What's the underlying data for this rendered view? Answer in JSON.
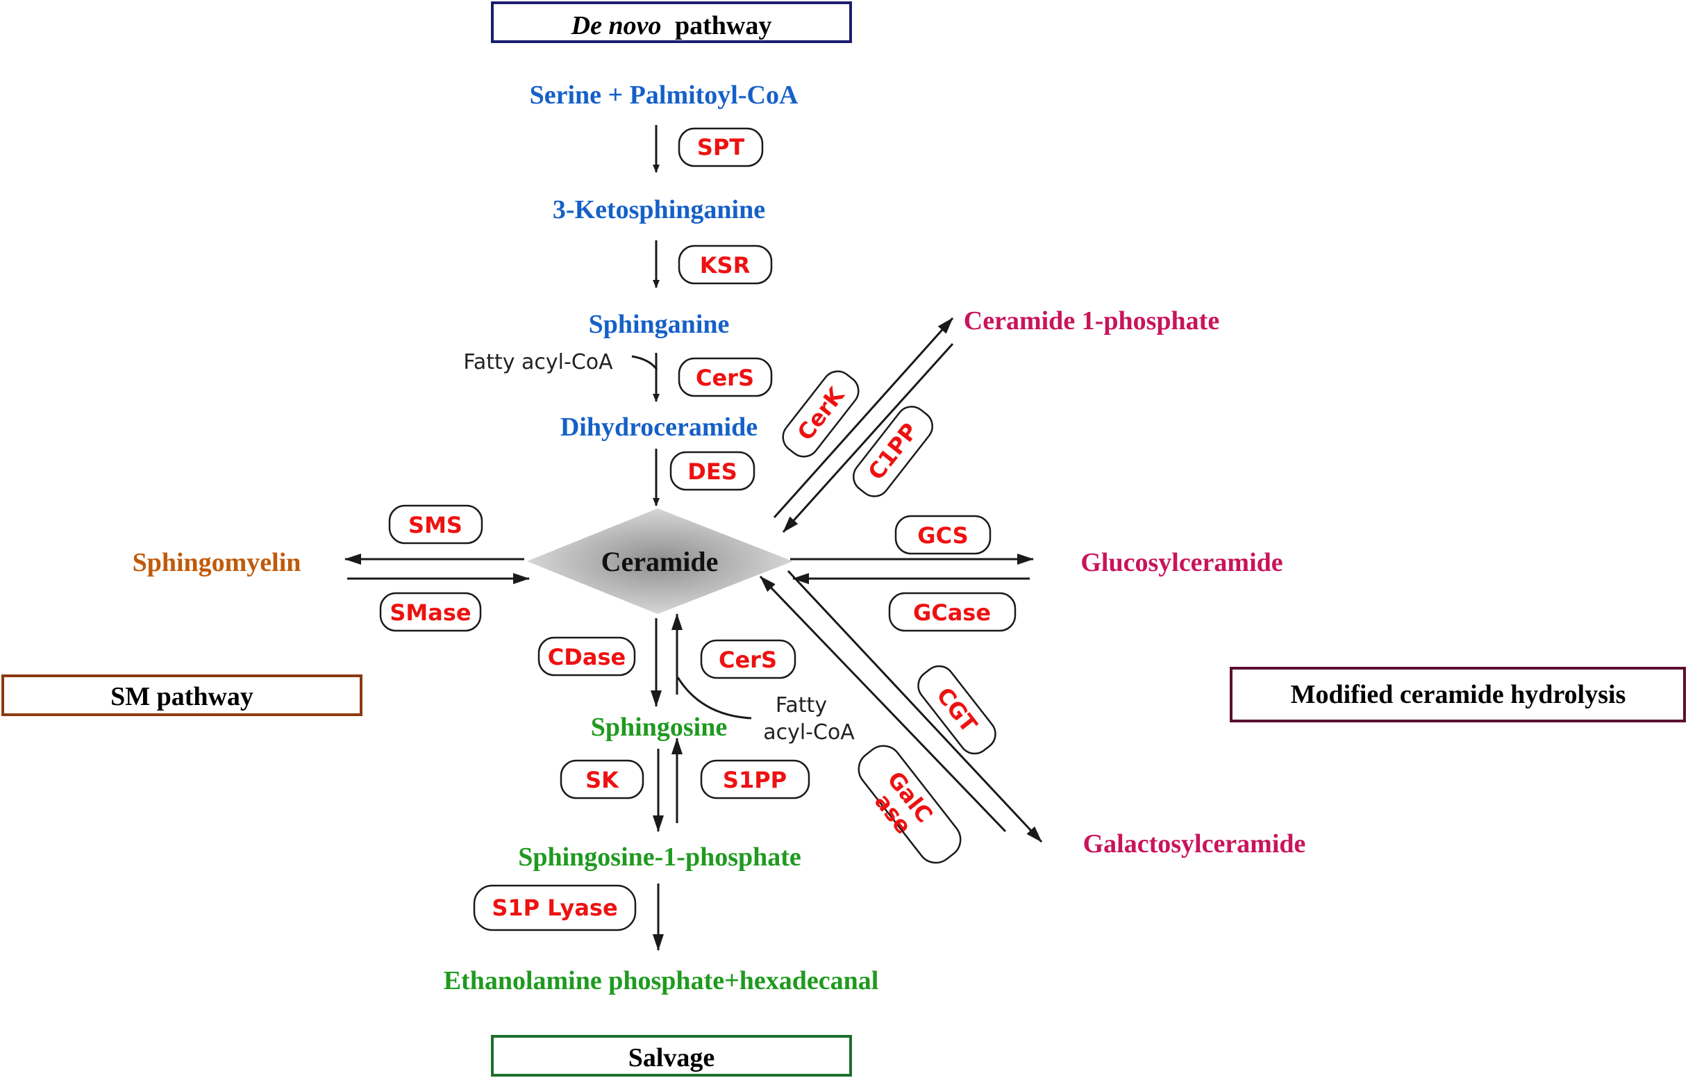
{
  "pathways": {
    "de_novo_italic": "De novo",
    "de_novo_rest": "pathway",
    "sm": "SM pathway",
    "salvage": "Salvage",
    "modified": "Modified ceramide hydrolysis"
  },
  "metabolites": {
    "serine": "Serine + Palmitoyl-CoA",
    "ketosphinganine": "3-Ketosphinganine",
    "sphinganine": "Sphinganine",
    "dihydroceramide": "Dihydroceramide",
    "ceramide": "Ceramide",
    "sphingomyelin": "Sphingomyelin",
    "sphingosine": "Sphingosine",
    "s1p": "Sphingosine-1-phosphate",
    "ethanolamine": "Ethanolamine phosphate+hexadecanal",
    "c1p": "Ceramide 1-phosphate",
    "glucosylceramide": "Glucosylceramide",
    "galactosylceramide": "Galactosylceramide"
  },
  "cofactors": {
    "fatty_acyl_coa_1": "Fatty acyl-CoA",
    "fatty_line1": "Fatty",
    "fatty_line2": "acyl-CoA"
  },
  "enzymes": {
    "spt": "SPT",
    "ksr": "KSR",
    "cers1": "CerS",
    "des": "DES",
    "sms": "SMS",
    "smase": "SMase",
    "cdase": "CDase",
    "cers2": "CerS",
    "sk": "SK",
    "s1pp": "S1PP",
    "s1p_lyase": "S1P Lyase",
    "cerk": "CerK",
    "c1pp": "C1PP",
    "gcs": "GCS",
    "gcase": "GCase",
    "cgt": "CGT",
    "galc1": "GalC",
    "galc2": "ase"
  },
  "colors": {
    "de_novo": "#1560c8",
    "sm": "#c05a0a",
    "salvage": "#1f9a1f",
    "modified": "#c8145a",
    "enzyme": "#ee1111",
    "box_de_novo": "#1c1c6e",
    "box_sm": "#8b3a10",
    "box_salvage": "#1f6e2e",
    "box_modified": "#5a1030"
  }
}
